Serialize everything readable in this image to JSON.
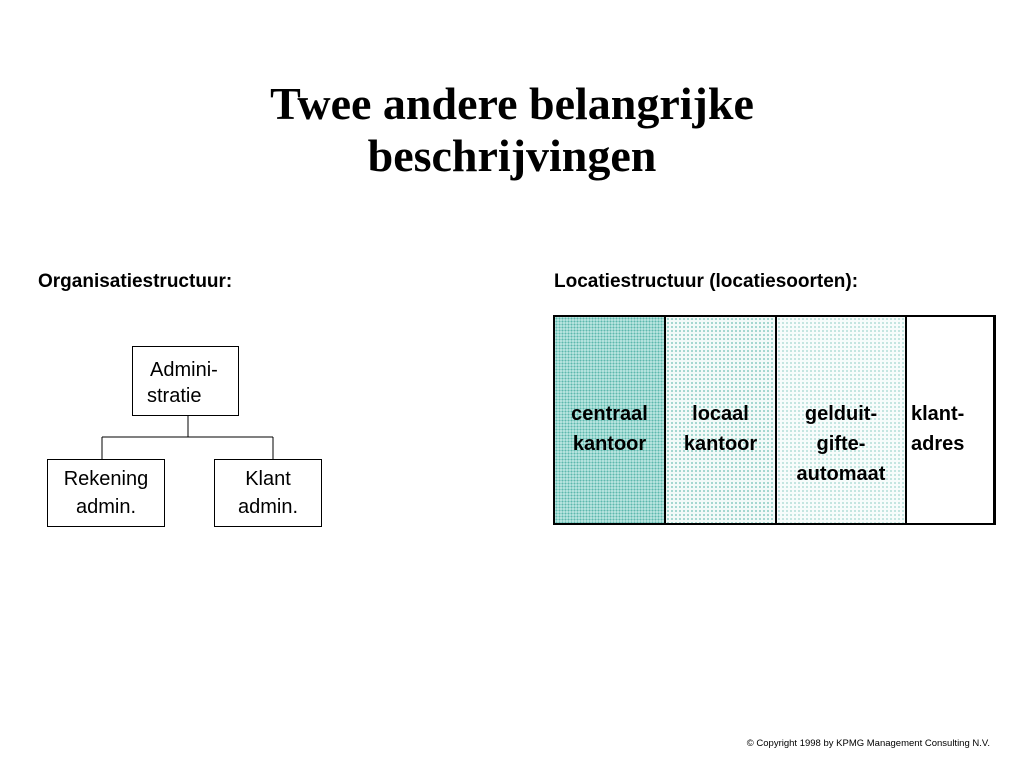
{
  "title": {
    "line1": "Twee andere belangrijke",
    "line2": "beschrijvingen"
  },
  "organisation": {
    "heading": "Organisatiestructuur:",
    "root": {
      "line1": "Admini-",
      "line2": "stratie"
    },
    "children": [
      {
        "line1": "Rekening",
        "line2": "admin."
      },
      {
        "line1": "Klant",
        "line2": "admin."
      }
    ]
  },
  "locations": {
    "heading": "Locatiestructuur (locatiesoorten):",
    "columns": [
      {
        "lines": [
          "centraal",
          "kantoor"
        ],
        "fill": "#bfe8e3"
      },
      {
        "lines": [
          "locaal",
          "kantoor"
        ],
        "fill": "#f2faf8"
      },
      {
        "lines": [
          "gelduit-",
          "gifte-",
          "automaat"
        ],
        "fill": "#f7fcfb"
      },
      {
        "lines": [
          "klant-",
          "adres"
        ],
        "fill": "#ffffff"
      }
    ]
  },
  "footer": {
    "copyright": "© Copyright 1998 by KPMG Management Consulting N.V."
  }
}
